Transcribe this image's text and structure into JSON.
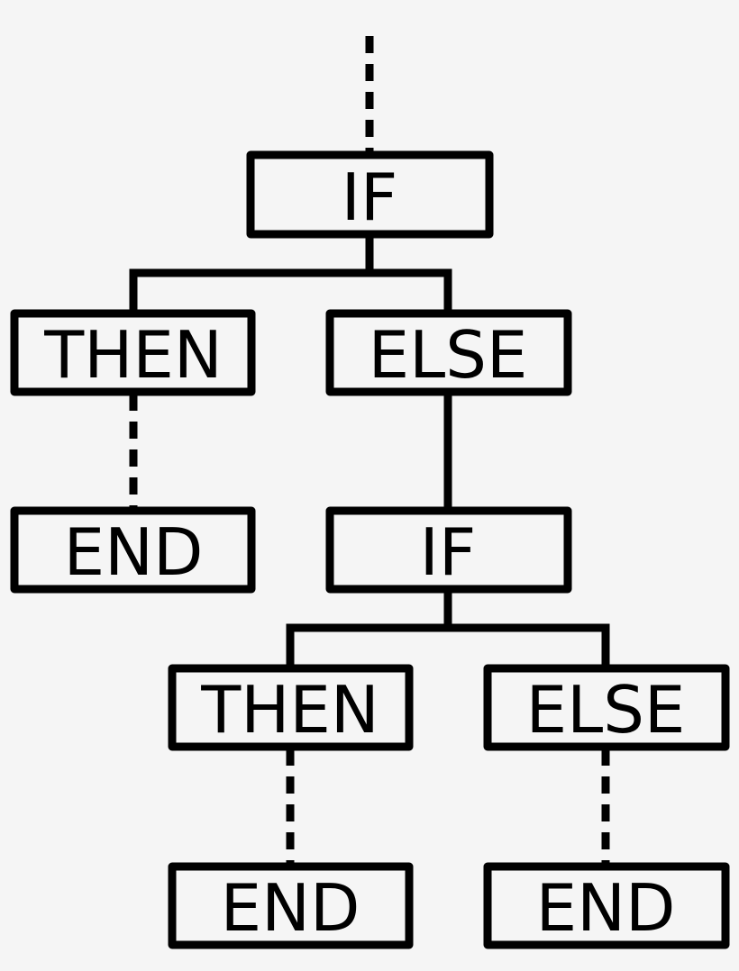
{
  "diagram": {
    "nodes": {
      "if_1": {
        "label": "IF"
      },
      "then_1": {
        "label": "THEN"
      },
      "else_1": {
        "label": "ELSE"
      },
      "end_1": {
        "label": "END"
      },
      "if_2": {
        "label": "IF"
      },
      "then_2": {
        "label": "THEN"
      },
      "else_2": {
        "label": "ELSE"
      },
      "end_2": {
        "label": "END"
      },
      "end_3": {
        "label": "END"
      }
    },
    "edges": [
      {
        "from": "entry",
        "to": "if_1",
        "style": "dashed"
      },
      {
        "from": "if_1",
        "to": "then_1",
        "style": "solid"
      },
      {
        "from": "if_1",
        "to": "else_1",
        "style": "solid"
      },
      {
        "from": "then_1",
        "to": "end_1",
        "style": "dashed"
      },
      {
        "from": "else_1",
        "to": "if_2",
        "style": "solid"
      },
      {
        "from": "if_2",
        "to": "then_2",
        "style": "solid"
      },
      {
        "from": "if_2",
        "to": "else_2",
        "style": "solid"
      },
      {
        "from": "then_2",
        "to": "end_2",
        "style": "dashed"
      },
      {
        "from": "else_2",
        "to": "end_3",
        "style": "dashed"
      }
    ]
  }
}
